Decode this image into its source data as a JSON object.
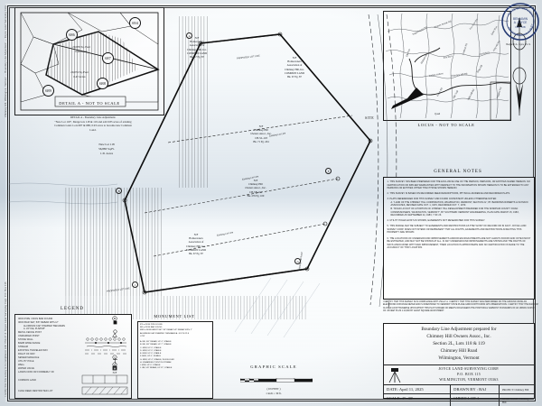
{
  "sheet": {
    "margin_left_text_top": "Chimney Hill, Wilmington, Vermont  —  Boundary Line Adjustment  —  Royce Land Surveying Corp.",
    "margin_left_text_bottom": "I certify that this survey is in compliance with VSA 27-4. Royce Land Surveying Corp. P.O. Box 115"
  },
  "detail_a": {
    "title": "DETAIL A - NOT TO SCALE",
    "lot_circles": [
      "686",
      "694",
      "687",
      "688",
      "689"
    ],
    "area_labels": [
      {
        "sqft": "20,070 Sq. Feet",
        "acres": "0.46 Acres"
      },
      {
        "sqft": "20,074 Sq. Feet",
        "acres": "0.47 Acres"
      }
    ],
    "caption_title": "DETAIL A - Boundary Line Adjustment.",
    "caption_lines": [
      "\"New Lot 118\", Merge lots 118 & 119 and add 0.83 acres of existing",
      "Common Land. Lots 687 & 688, 0.93 acres to become new Common",
      "Land."
    ]
  },
  "locus": {
    "caption": "LOCUS - NOT TO SCALE",
    "site_label": "SITE"
  },
  "general_notes": {
    "title": "GENERAL NOTES",
    "notes": [
      {
        "text": "1. THIS SURVEY HAS BEEN PREPARED FOR THE EXCLUSIVE USE OF THE PERSON, PERSONS, OR ENTITIES NAMED HEREON. NO CERTIFICATION OR IMPLIED WARRANTIES WITH RESPECT TO THE INFORMATION SHOWN HEREON IS TO BE EXTENDED TO ANY PERSONS OR ENTITIES OTHER THAN THOSE SHOWN HEREON.",
        "subs": []
      },
      {
        "text": "2. THIS SURVEY IS BASED ON RECORDED DEED DESCRIPTIONS, PHYSICAL EVIDENCE AND RECORDED PLATS.",
        "subs": []
      },
      {
        "text": "3. PLATS REFERENCED FOR THIS SURVEY AND FOUND CONSISTENT UNLESS OTHERWISE NOTED:",
        "subs": [
          "A. \"LAND OF THE CHIMNEY HILL CORPORATION, WILMINGTON, VERMONT, SECTION 2L\", BY BARROWS ROBERTS & SCHIAVO ASSOCIATES, REVISED DATE OCT. 1, 1970, RECORDED OCT. 7, 1970.",
          "B. \"ROAD LAYOUT OF A PORTION OF CHIMNEY HILL DEVELOPMENT PREPARED FOR THE WINDHAM COUNTY ROAD COMMISSIONERS, WILMINGTON, VERMONT\", BY SOUTHERN VERMONT ENGINEERING, PLAN DATE MARCH 15, 1983, RECORDED AS SEPTEMBER 24, 1983, 7 OF 23."
        ]
      },
      {
        "text": "4. UTILITY POLES EXIST AS SHOWN, EASEMENTS NOT RESEARCHED FOR THIS SURVEY.",
        "subs": []
      },
      {
        "text": "5. THIS PARCEL MAY BE SUBJECT TO EASEMENTS AND RESTRICTIONS AS THEY EXIST OF RECORD OR IN FACT. JOYCE LAND SURVEY CORP. DOES NOT INTEND OR REPRESENT THAT ALL RIGHTS, EASEMENTS AND RESTRICTIONS AFFECTING THIS PROPERTY ARE SHOWN.",
        "subs": []
      },
      {
        "text": "6. THE LOCATIONS OF UNDERGROUND IMPROVEMENTS AND/OR ENCROACHMENTS ARE NOT ALWAYS KNOWN AND OFTEN MUST BE ESTIMATED, AND MAY NOT BE SHOWN AT ALL. IF ANY UNDERGROUND IMPROVEMENTS ARE SHOWN AND THE RIGHTS OF WAYS ASSOCIATED WITH SAID IMPROVEMENT, THEIR LOCATION IS APPROXIMATE AND NO CERTIFICATION IS MADE TO THE ACCURACY OF THAT LOCATION.",
        "subs": []
      }
    ],
    "certification": "I CERTIFY THAT THIS SURVEY IS IN COMPLIANCE WITH VSA 27-4. I CERTIFY THAT THIS SURVEY WAS PERFORMED ON THE GROUND USING AN ELECTRONIC DISTANCE METER AND IS ORIENTATED TO VERMONT STATE PLANE GRID NORTH FROM GPS OBSERVATIONS. I CERTIFY THAT THE RANDOM CLOSED LOOP TRAVERSE UPON WHICH THIS PLAT IS BASED ON MEETS OR EXCEEDS THE POSITIONAL VERMONT STANDARDS OF AN URBAN SURVEY OF .05 FEET PLUS 1:10,000 BY LEAST SQUARE ADJUSTMENT."
  },
  "title_block": {
    "head_lines": [
      "Boundary Line Adjustment prepared for",
      "Chimney Hill Owners Assoc., Inc.",
      "Section 2L, Lots 118 & 119",
      "Chimney Hill Road",
      "Wilmington,   Vermont"
    ],
    "surveyor_lines": [
      "JOYCE LAND SURVEYING CORP.",
      "P.O. BOX 115",
      "WILMINGTON, VERMONT 05363"
    ],
    "date_label": "DATE: April 11, 2025",
    "drawn_by_label": "DRAWN BY : BAJ",
    "scale_label": "SCALE: 1\"=30'",
    "sheet_label": "SHEET 1 OF 1",
    "project_label": "PROJECT: Chimney Hill",
    "acad_label": "ACAD NAME: Chimney Hill",
    "seal_text_top": "STATE OF VERMONT",
    "seal_text_name": "BENJAMIN A. JOYCE",
    "seal_text_num": "NO. 728",
    "seal_text_bottom": "REGISTERED LAND SURVEYOR",
    "seal_caption": "Benjamin A. Joyce, P.L.S."
  },
  "legend": {
    "title": "LEGEND",
    "rows": [
      {
        "label": "IRON PIPE / IRON BAR FOUND",
        "symbol": "circle-dot-icon"
      },
      {
        "label": "IRON BAR SET, 5/8\" REBAR WITH 2\"",
        "symbol": "square-icon"
      },
      {
        "label": "ALUMINUM CAP STAMPED \"BENJAMIN",
        "symbol": ""
      },
      {
        "label": "A. JOYCE, PLS#728\"",
        "symbol": ""
      },
      {
        "label": "METAL FENCE POST",
        "symbol": "circle-icon"
      },
      {
        "label": "UNMARKED POINT",
        "symbol": "triangle-icon"
      },
      {
        "label": "STONE WALL",
        "symbol": "stonewall-icon"
      },
      {
        "label": "BARB WIRE FENCE",
        "symbol": "barbwire-icon"
      },
      {
        "label": "STREAM",
        "symbol": "stream-icon"
      },
      {
        "label": "EXISTING TRAVELED WAY",
        "symbol": "dashdot-icon"
      },
      {
        "label": "RIGHT OF WAY",
        "symbol": "dash-icon"
      },
      {
        "label": "SEWER MANHOLE",
        "symbol": "manhole-icon"
      },
      {
        "label": "UTILITY POLE",
        "symbol": "utilitypole-icon"
      },
      {
        "label": "WELL",
        "symbol": "well-icon"
      },
      {
        "label": "WATER VALVE",
        "symbol": "watervalve-icon"
      },
      {
        "label": "LANDS NOW OR FORMERLY OF",
        "symbol": "nf-icon"
      },
      {
        "label": "COMMON LAND",
        "symbol": "commonland-icon"
      },
      {
        "label": "CHSA DEED RESTRICTED LOT",
        "symbol": "hatch-icon"
      }
    ]
  },
  "monument_list": {
    "title": "MONUMENT LIST",
    "header_lines": [
      "IPF = IRON PIPE FOUND",
      "IBF = IRON BAR FOUND",
      "MSR = MONUMENT SET 5/8\" REBAR 5/8\" REBAR WITH 2\"",
      "ALUMINUM CAP STAMPED \"BENJAMIN A. JOYCE PLS",
      "#728\""
    ],
    "entries": [
      "A. IBF, 5/8\" REBAR, UP 4\", STABLE",
      "B. IBF, 5/8\" REBAR, UP 7\", STABLE",
      "C. MSR, UP 0\", STABLE",
      "D. MSR, UP 0\", STABLE",
      "E. MSR, UP 0\", STABLE",
      "F. MSR, UP 0\", STABLE",
      "G. MSR, UP 4\", STABLE, IN BOULDER",
      "H. UNMARKED POINT IN STREAM",
      "I. MSR, UP 0\", STABLE",
      "J. IBF, 5/8\" REBAR, UP 12\", STABLE"
    ]
  },
  "graphic_scale": {
    "title": "GRAPHIC  SCALE",
    "ticks": [
      "30",
      "0",
      "15",
      "30",
      "60",
      "120"
    ],
    "unit_line": "( IN FEET )",
    "ratio_line": "1 inch =  30  ft."
  },
  "plan": {
    "new_lot": {
      "name": "New Lot 118",
      "sqft": "56,883 Sq.Ft.",
      "acres": "1.31 Acres"
    },
    "parcels": [
      {
        "id": "north-common",
        "lines": [
          "N/F",
          "Homeowners",
          "Association of",
          "Chimney Hill, Inc.",
          "COMMON LAND",
          "Bk. 67 Pg. 87"
        ]
      },
      {
        "id": "northeast-common",
        "lines": [
          "N/F",
          "Homeowners",
          "Association of",
          "Chimney Hill, Inc.",
          "COMMON LAND",
          "Bk. 67 Pg. 87"
        ]
      },
      {
        "id": "east-chsa",
        "lines": [
          "N/F",
          "Chimney Hill",
          "Owners Assoc., Inc.",
          "CH-SL-118",
          "Bk. 71 Pg. 434"
        ]
      },
      {
        "id": "south-chsa",
        "lines": [
          "N/F",
          "Chimney Hill",
          "Owners Assoc., Inc.",
          "CH-SB-119",
          "Bk. 276 Pg. 100"
        ]
      },
      {
        "id": "southwest-common",
        "lines": [
          "N/F",
          "Homeowners",
          "Association of",
          "Chimney Hill, Inc.",
          "COMMON LAND",
          "Bk. 67 Pg. 87"
        ]
      }
    ],
    "annotations": [
      {
        "id": "proposed-lot-line-top",
        "text": "PROPOSED LOT LINE"
      },
      {
        "id": "proposed-lot-line-bottom",
        "text": "PROPOSED LOT LINE"
      },
      {
        "id": "existing-lot-line-1",
        "text": "Existing Lot Line"
      },
      {
        "id": "existing-lot-line-2",
        "text": "Existing Lot Line"
      },
      {
        "id": "existing-lot-line-3",
        "text": "Existing Lot Line"
      },
      {
        "id": "road-name",
        "text": "Chimney Hill Road"
      }
    ],
    "monument_tags": [
      "A",
      "B",
      "C",
      "D",
      "E",
      "F",
      "G",
      "H",
      "I",
      "J"
    ]
  },
  "colors": {
    "paper": "#fafcfd",
    "ink": "#111111",
    "scan_tint": "#cbd8e2"
  }
}
